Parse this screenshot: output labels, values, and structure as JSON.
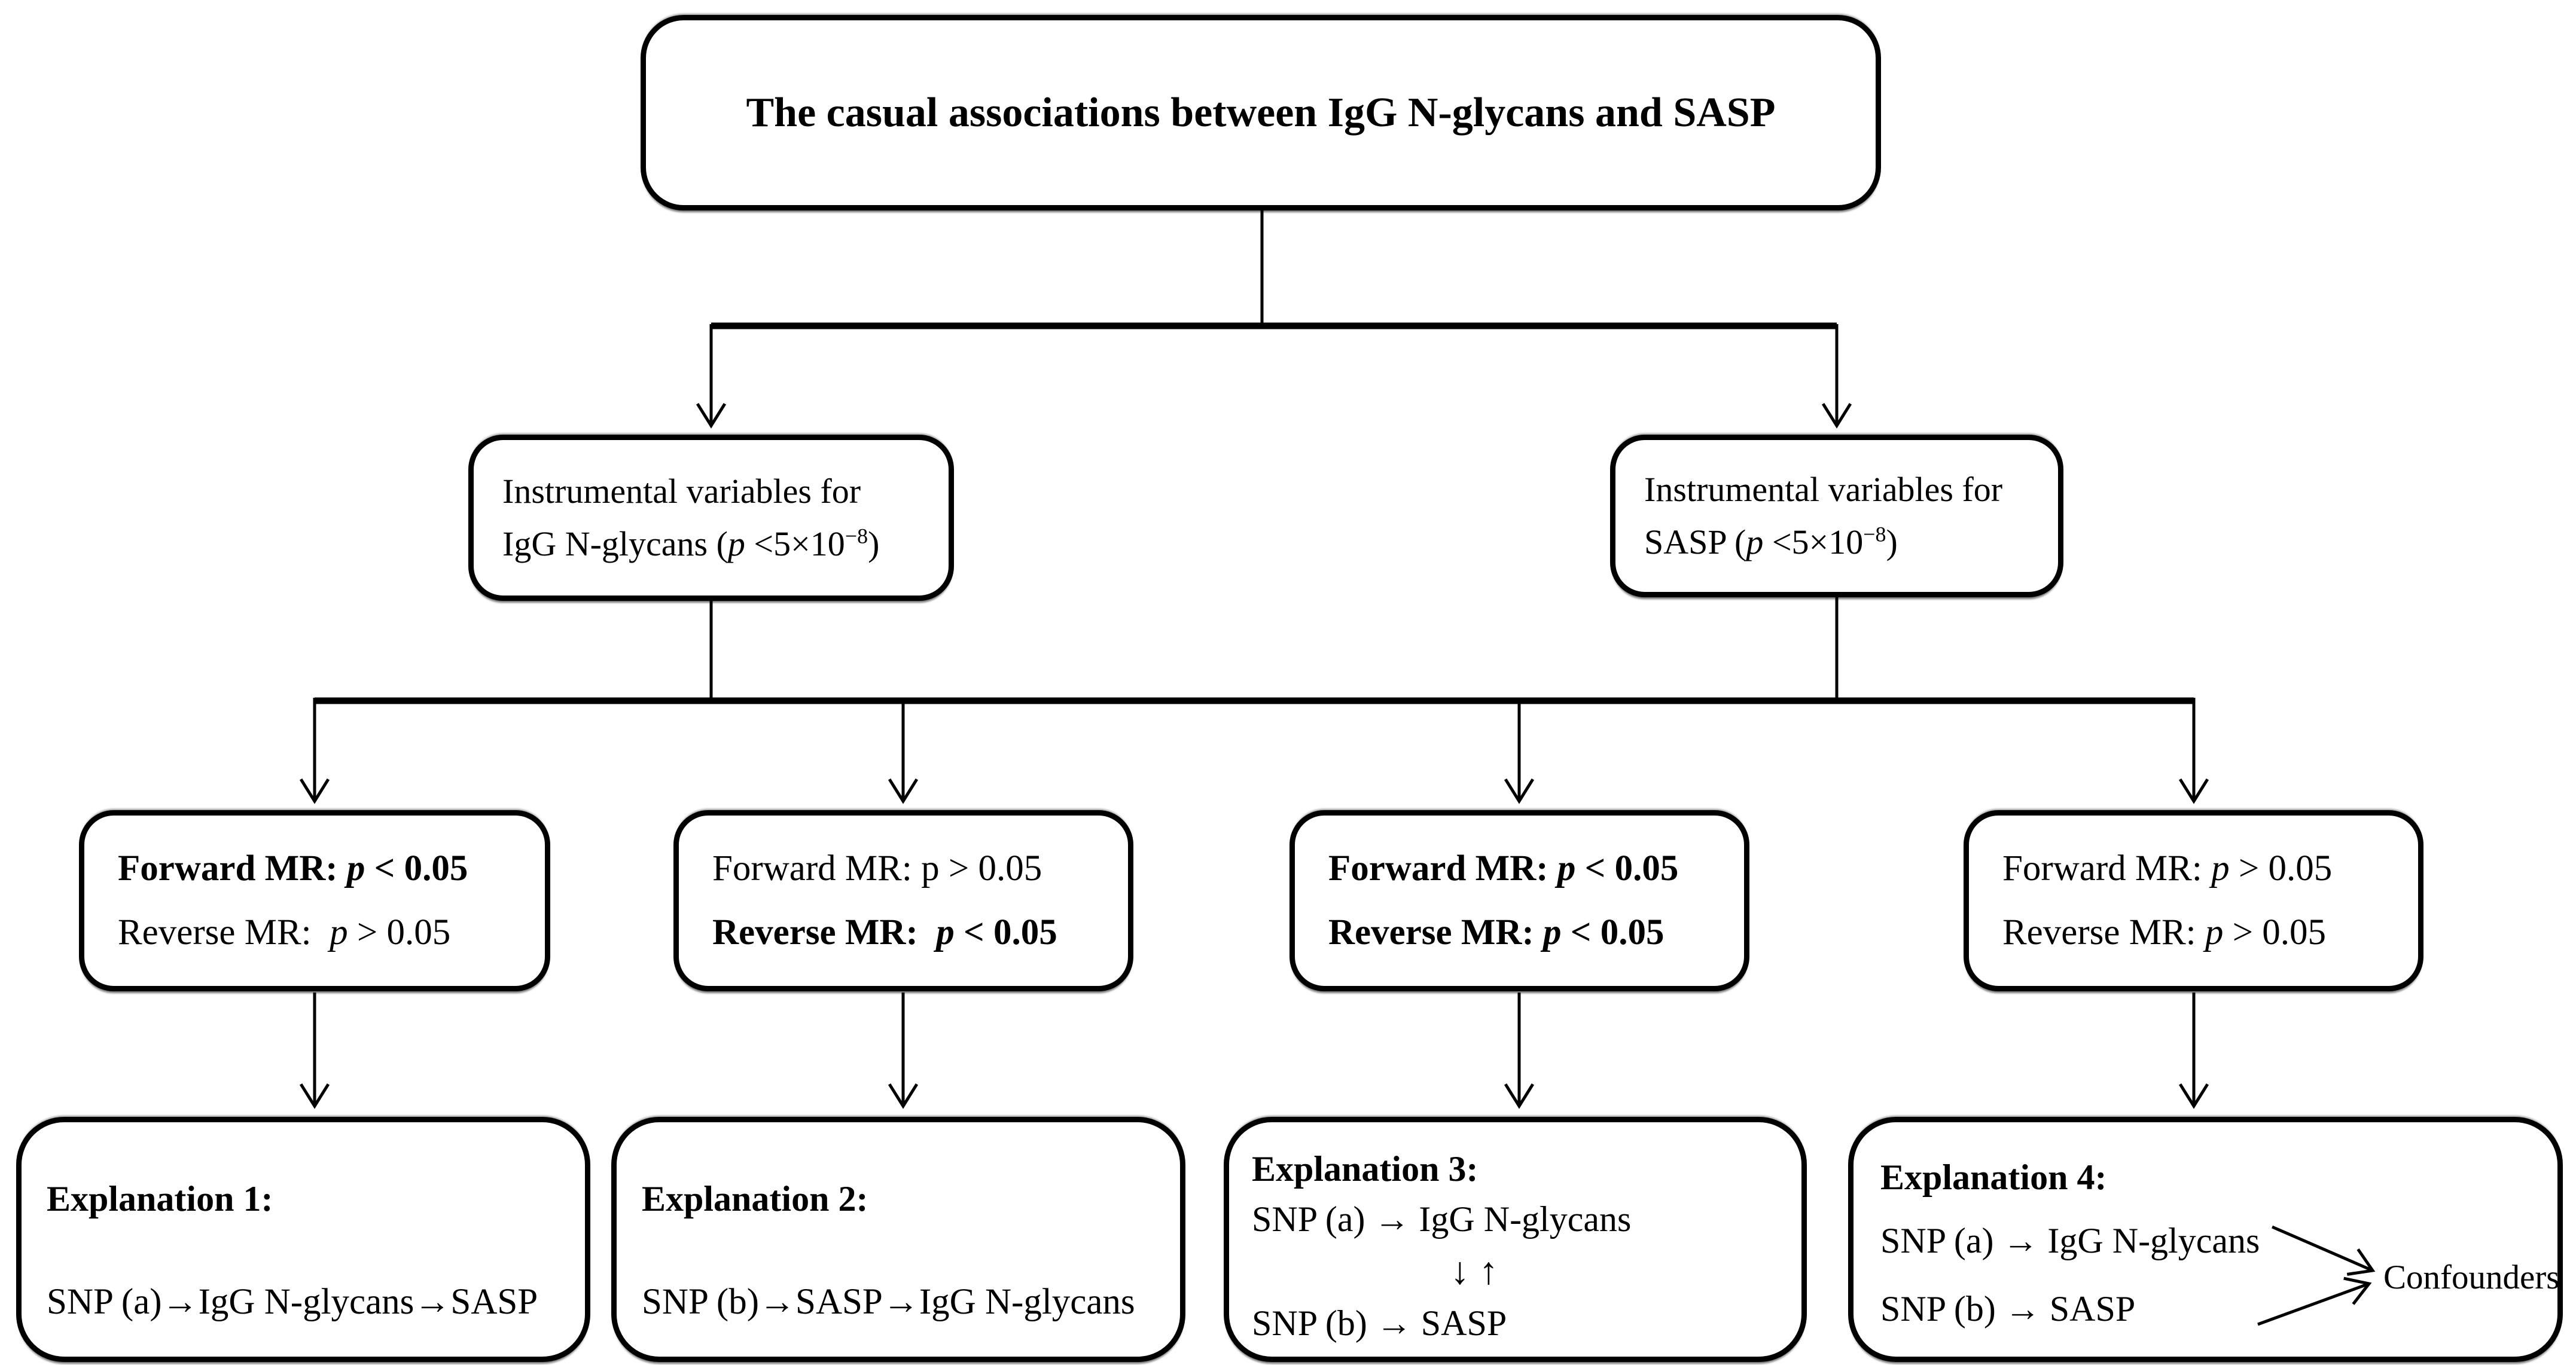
{
  "colors": {
    "ink": "#000000",
    "background": "#ffffff"
  },
  "title": {
    "text": "The casual associations between IgG N-glycans and SASP"
  },
  "iv_left": {
    "line1": "Instrumental variables for",
    "line2": [
      "IgG N-glycans (",
      "p",
      " <5×10",
      "−8",
      ")"
    ]
  },
  "iv_right": {
    "line1": "Instrumental variables for",
    "line2": [
      "SASP (",
      "p",
      " <5×10",
      "−8",
      ")"
    ]
  },
  "mr1": {
    "forward": [
      "Forward MR: ",
      "p",
      " < 0.05"
    ],
    "reverse": [
      "Reverse MR:  ",
      "p",
      " > 0.05"
    ]
  },
  "mr2": {
    "forward": [
      "Forward MR: ",
      "p",
      " > 0.05"
    ],
    "reverse": [
      "Reverse MR:  ",
      "p",
      " < 0.05"
    ]
  },
  "mr3": {
    "forward": [
      "Forward MR: ",
      "p",
      " < 0.05"
    ],
    "reverse": [
      "Reverse MR: ",
      "p",
      " < 0.05"
    ]
  },
  "mr4": {
    "forward": [
      "Forward MR: ",
      "p",
      " > 0.05"
    ],
    "reverse": [
      "Reverse MR: ",
      "p",
      " > 0.05"
    ]
  },
  "e1": {
    "heading": "Explanation 1:",
    "formula": "SNP (a)→IgG N-glycans→SASP"
  },
  "e2": {
    "heading": "Explanation 2:",
    "formula": "SNP (b)→SASP→IgG N-glycans"
  },
  "e3": {
    "heading": "Explanation 3:",
    "line1": "SNP (a) → IgG N-glycans",
    "arrows": "↓ ↑",
    "line2": "SNP (b) → SASP"
  },
  "e4": {
    "heading": "Explanation 4:",
    "line1": "SNP (a) → IgG N-glycans",
    "line2": "SNP (b) → SASP",
    "confounders": "Confounders"
  }
}
